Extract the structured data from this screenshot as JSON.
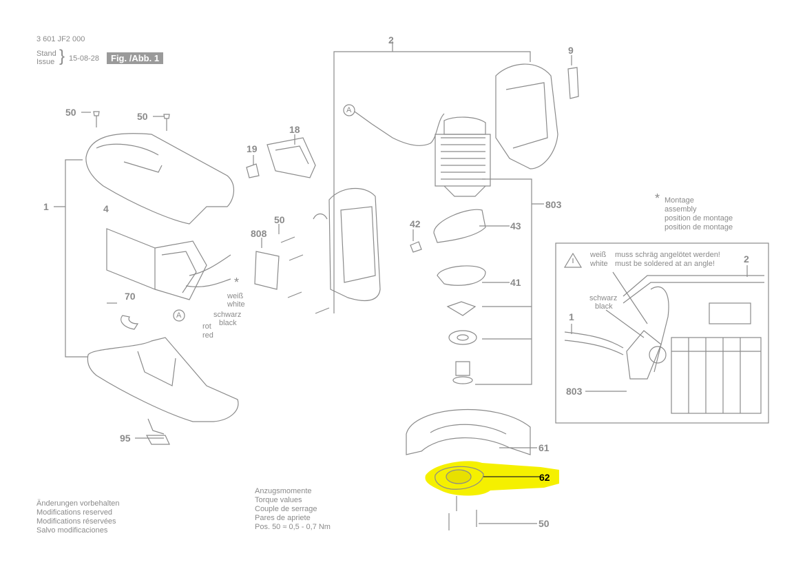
{
  "header": {
    "doc_number": "3 601 JF2 000",
    "stand": "Stand",
    "issue": "Issue",
    "date": "15-08-28",
    "fig_label": "Fig. /Abb. 1"
  },
  "parts": {
    "p1": "1",
    "p2": "2",
    "p4": "4",
    "p9": "9",
    "p18": "18",
    "p19": "19",
    "p41": "41",
    "p42": "42",
    "p43": "43",
    "p50a": "50",
    "p50b": "50",
    "p50c": "50",
    "p50d": "50",
    "p61": "61",
    "p62": "62",
    "p70": "70",
    "p95": "95",
    "p803": "803",
    "p808": "808"
  },
  "wire_labels": {
    "star": "*",
    "weiss": "weiß",
    "white": "white",
    "schwarz": "schwarz",
    "black": "black",
    "rot": "rot",
    "red": "red",
    "a_marker": "A"
  },
  "assembly_note": {
    "star": "*",
    "lines": [
      "Montage",
      "assembly",
      "position de montage",
      "position de montage"
    ]
  },
  "detail": {
    "weiss": "weiß",
    "white": "white",
    "de_text": "muss schräg angelötet werden!",
    "en_text": "must be soldered at an angle!",
    "schwarz": "schwarz",
    "black": "black",
    "label_1": "1",
    "label_2": "2",
    "label_803": "803"
  },
  "footer_left": [
    "Änderungen vorbehalten",
    "Modifications reserved",
    "Modifications réservées",
    "Salvo modificaciones"
  ],
  "footer_torque": [
    "Anzugsmomente",
    "Torque values",
    "Couple de serrage",
    "Pares de apriete",
    "Pos. 50 ≈  0,5 - 0,7 Nm"
  ],
  "colors": {
    "highlight": "#f5f000",
    "line": "#8a8a8a"
  }
}
